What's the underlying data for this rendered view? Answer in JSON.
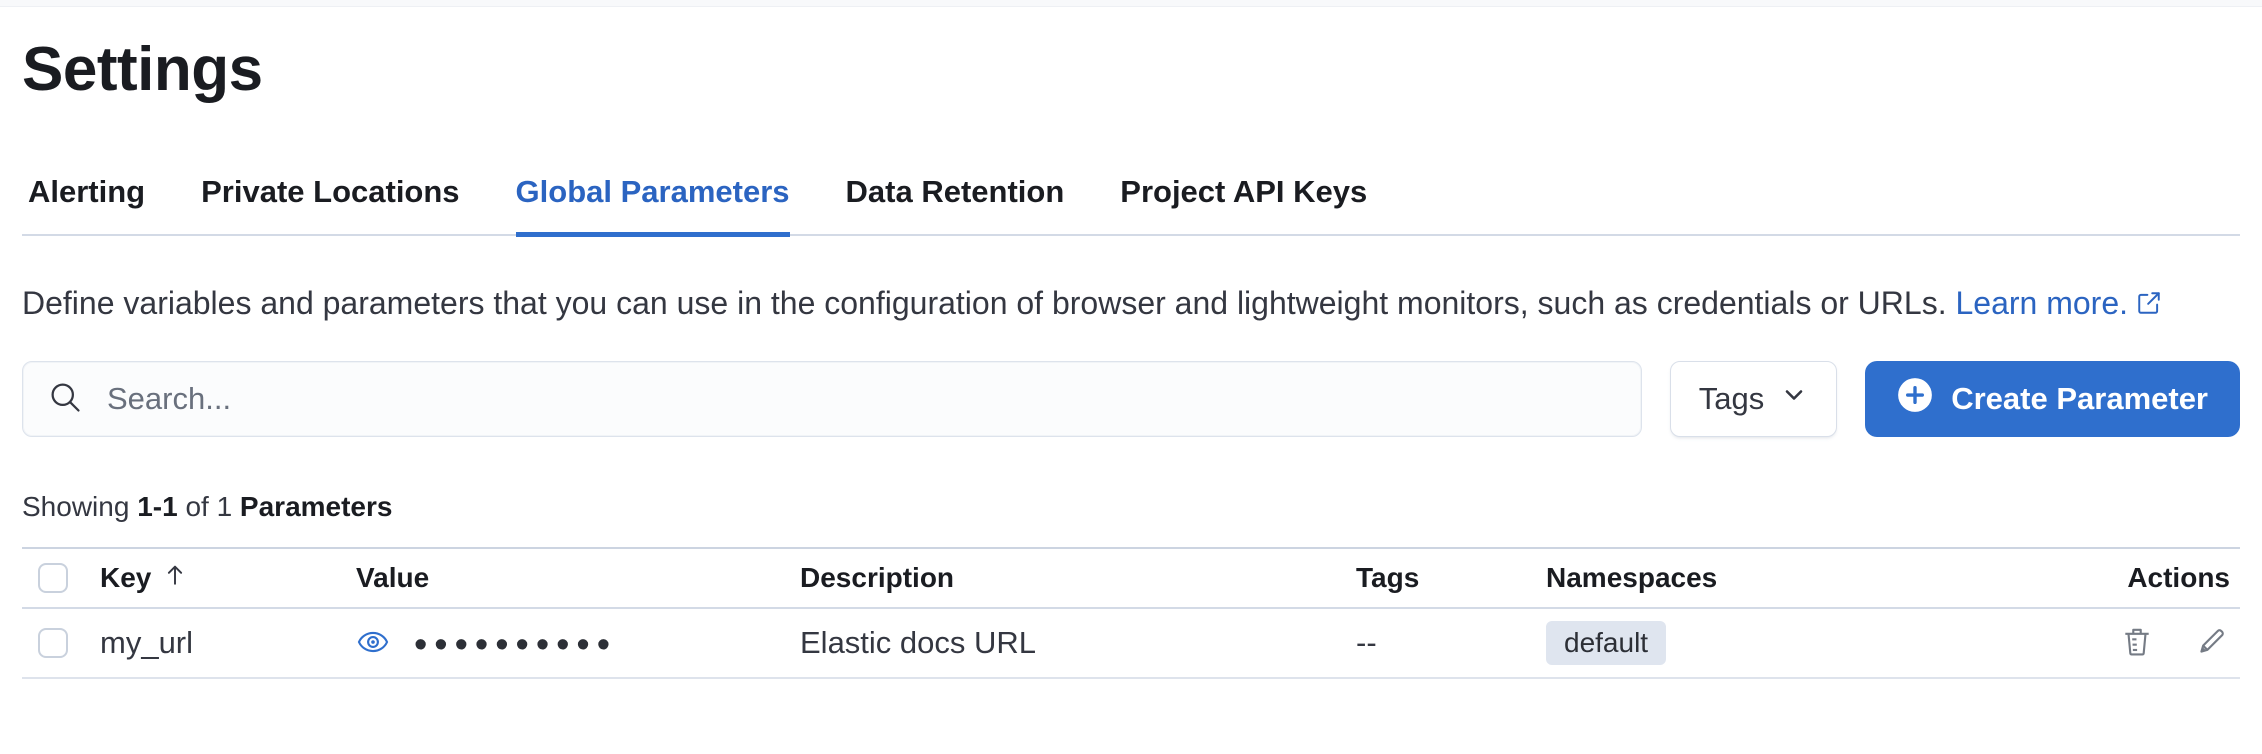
{
  "colors": {
    "primary_button": "#2f6fcd",
    "active_tab_and_link": "#2b64c1",
    "heading_text": "#1a1c21",
    "body_text": "#343741",
    "subdued_text": "#69707d",
    "divider": "#d3dae6",
    "badge_background": "#dfe5ef"
  },
  "page": {
    "title": "Settings"
  },
  "tabs": [
    {
      "label": "Alerting",
      "active": false
    },
    {
      "label": "Private Locations",
      "active": false
    },
    {
      "label": "Global Parameters",
      "active": true
    },
    {
      "label": "Data Retention",
      "active": false
    },
    {
      "label": "Project API Keys",
      "active": false
    }
  ],
  "description": {
    "text": "Define variables and parameters that you can use in the configuration of browser and lightweight monitors, such as credentials or URLs.",
    "link_label": "Learn more."
  },
  "toolbar": {
    "search_placeholder": "Search...",
    "tags_filter_label": "Tags",
    "create_button_label": "Create Parameter"
  },
  "summary": {
    "showing": "Showing",
    "range": "1-1",
    "of": "of 1",
    "entity": "Parameters"
  },
  "table": {
    "columns": {
      "key": "Key",
      "value": "Value",
      "description": "Description",
      "tags": "Tags",
      "namespaces": "Namespaces",
      "actions": "Actions"
    },
    "sort": {
      "column": "Key",
      "direction": "ascending"
    },
    "rows": [
      {
        "key": "my_url",
        "value_masked": "••••••••••",
        "description": "Elastic docs URL",
        "tags": "--",
        "namespaces": "default"
      }
    ]
  }
}
